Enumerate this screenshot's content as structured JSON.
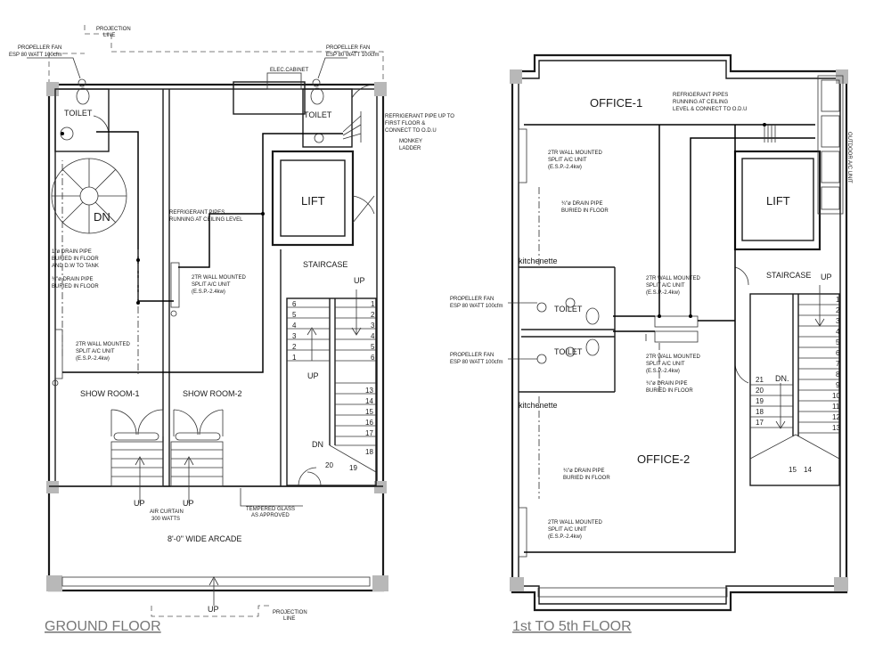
{
  "titles": {
    "ground": "GROUND FLOOR",
    "upper": "1st TO 5th FLOOR"
  },
  "rooms": {
    "lift": "LIFT",
    "staircase": "STAIRCASE",
    "toilet": "TOILET",
    "show_room_1": "SHOW ROOM-1",
    "show_room_2": "SHOW ROOM-2",
    "arcade": "8'-0\" WIDE ARCADE",
    "office_1": "OFFICE-1",
    "office_2": "OFFICE-2",
    "kitchenette": "kitchenette"
  },
  "labels": {
    "projection_line_1": "PROJECTION",
    "projection_line_2": "LINE",
    "fan_1": "PROPELLER FAN",
    "fan_2": "ESP 80 WATT 100cfm",
    "elec_cabinet": "ELEC.CABINET",
    "refrig_up_1": "REFRIGERANT PIPE UP TO",
    "refrig_up_2": "FIRST FLOOR &",
    "refrig_up_3": "CONNECT TO O.D.U",
    "monkey_1": "MONKEY",
    "monkey_2": "LADDER",
    "refrig_ceiling_1": "REFRIGERANT PIPES",
    "refrig_ceiling_2": "RUNNING AT CEILING LEVEL",
    "refrig_upper_1": "REFRIGERANT PIPES",
    "refrig_upper_2": "RUNNING AT CEILING",
    "refrig_upper_3": "LEVEL & CONNECT TO O.D.U",
    "ac_1": "2TR WALL MOUNTED",
    "ac_2": "SPLIT A/C UNIT",
    "ac_3": "(E.S.P.-2.4kw)",
    "drain1_1": "1\"ø DRAIN PIPE",
    "drain1_2": "BURIED IN FLOOR",
    "drain1_3": "AND D.W TO TANK",
    "drain34_1": "¾\"ø DRAIN PIPE",
    "drain34_2": "BURIED IN FLOOR",
    "air_curtain_1": "AIR CURTAIN",
    "air_curtain_2": "300 WATTS",
    "tempered_1": "TEMPERED GLASS",
    "tempered_2": "AS APPROVED",
    "outdoor_ac": "OUTDOOR A/C UNIT",
    "up": "UP",
    "dn": "DN",
    "dn_dot": "DN."
  },
  "stairs": {
    "ground_left": [
      "6",
      "5",
      "4",
      "3",
      "2",
      "1"
    ],
    "ground_right": [
      "1",
      "2",
      "3",
      "4",
      "5",
      "6"
    ],
    "ground_lower": [
      "13",
      "14",
      "15",
      "16",
      "17",
      "18"
    ],
    "ground_landing": [
      "19",
      "20"
    ],
    "upper_right": [
      "1",
      "2",
      "3",
      "4",
      "5",
      "6",
      "7",
      "8",
      "9",
      "10",
      "11",
      "12",
      "13"
    ],
    "upper_left": [
      "21",
      "20",
      "19",
      "18",
      "17"
    ],
    "upper_landing": [
      "15",
      "14"
    ]
  }
}
